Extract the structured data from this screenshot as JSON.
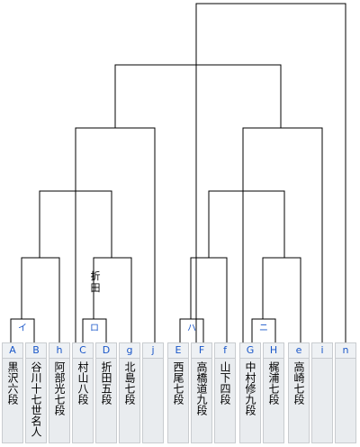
{
  "blocks": [
    {
      "label": "イ",
      "left": "A",
      "right": "B"
    },
    {
      "label": "ロ",
      "left": "C",
      "right": "D"
    },
    {
      "label": "ハ",
      "left": "E",
      "right": "F"
    },
    {
      "label": "ニ",
      "left": "G",
      "right": "H"
    }
  ],
  "slots": [
    {
      "code": "A",
      "name": "黒沢六段"
    },
    {
      "code": "B",
      "name": "谷川十七世名人"
    },
    {
      "code": "h",
      "name": "阿部光七段"
    },
    {
      "code": "C",
      "name": "村山八段"
    },
    {
      "code": "D",
      "name": "折田五段"
    },
    {
      "code": "g",
      "name": "北島七段"
    },
    {
      "code": "j",
      "name": ""
    },
    {
      "code": "E",
      "name": "西尾七段"
    },
    {
      "code": "F",
      "name": "高橋道九段"
    },
    {
      "code": "f",
      "name": "山下四段"
    },
    {
      "code": "G",
      "name": "中村修九段"
    },
    {
      "code": "H",
      "name": "梶浦七段"
    },
    {
      "code": "e",
      "name": "高崎七段"
    },
    {
      "code": "i",
      "name": ""
    },
    {
      "code": "n",
      "name": ""
    }
  ],
  "annotations": [
    {
      "text": "折田",
      "near": "D"
    }
  ]
}
